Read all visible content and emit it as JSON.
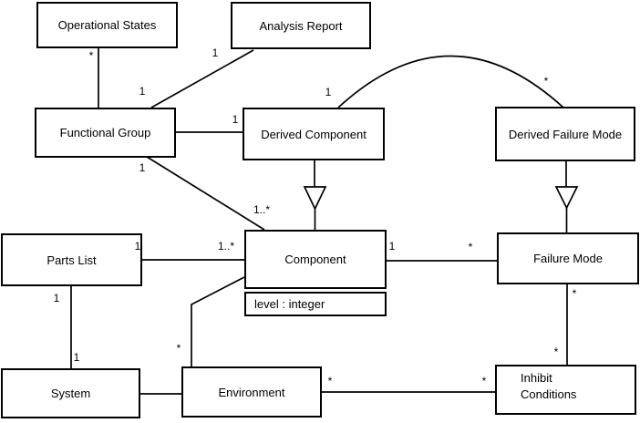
{
  "diagram": {
    "type": "uml-class-diagram",
    "background": "#ffffff",
    "line_color": "#000000",
    "classes": [
      {
        "name": "Operational States"
      },
      {
        "name": "Analysis Report"
      },
      {
        "name": "Functional Group"
      },
      {
        "name": "Derived Component"
      },
      {
        "name": "Derived Failure Mode"
      },
      {
        "name": "Parts List"
      },
      {
        "name": "Component",
        "attributes": [
          "level : integer"
        ]
      },
      {
        "name": "Failure Mode"
      },
      {
        "name": "System"
      },
      {
        "name": "Environment"
      },
      {
        "name": "Inhibit Conditions"
      }
    ],
    "associations": [
      {
        "between": "Operational States - Functional Group",
        "label_a": "*",
        "label_b": "1"
      },
      {
        "between": "Analysis Report - Functional Group",
        "label_a": "1"
      },
      {
        "between": "Functional Group - Derived Component",
        "label_a": "1"
      },
      {
        "between": "Functional Group - Component",
        "label_a": "1",
        "label_b": "1..*"
      },
      {
        "between": "Derived Component - Derived Failure Mode",
        "label_a": "1",
        "label_b": "*"
      },
      {
        "between": "Parts List - Component",
        "label_a": "1",
        "label_b": "1..*"
      },
      {
        "between": "Component - Failure Mode",
        "label_a": "1",
        "label_b": "*"
      },
      {
        "between": "Parts List - System",
        "label_a": "1",
        "label_b": "1"
      },
      {
        "between": "System - Environment"
      },
      {
        "between": "Environment - Component",
        "label_a": "*"
      },
      {
        "between": "Environment - Inhibit Conditions",
        "label_a": "*",
        "label_b": "*"
      },
      {
        "between": "Failure Mode - Inhibit Conditions",
        "label_a": "*",
        "label_b": "*"
      }
    ],
    "generalizations": [
      {
        "child": "Derived Component",
        "parent": "Component"
      },
      {
        "child": "Derived Failure Mode",
        "parent": "Failure Mode"
      }
    ]
  }
}
